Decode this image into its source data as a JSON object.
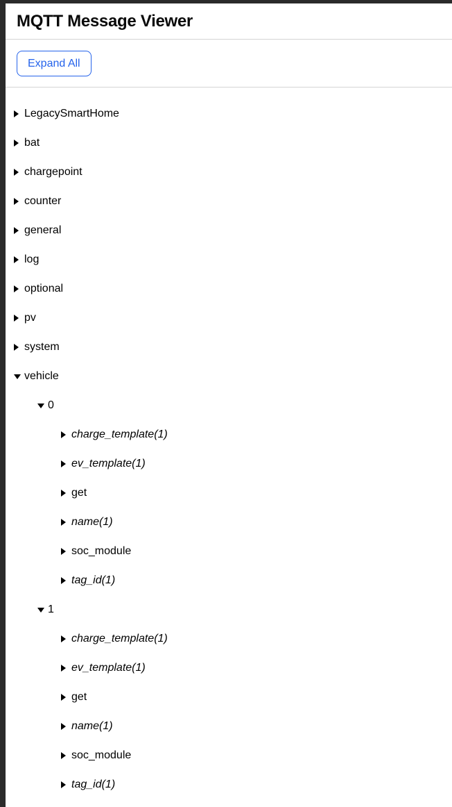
{
  "header": {
    "title": "MQTT Message Viewer"
  },
  "toolbar": {
    "expand_all_label": "Expand All"
  },
  "colors": {
    "accent_blue": "#2563eb",
    "frame_dark": "#2b2b2b",
    "divider": "#d4d4d4",
    "text": "#000000"
  },
  "tree": {
    "items": [
      {
        "label": "LegacySmartHome",
        "level": 0,
        "state": "collapsed",
        "italic": false
      },
      {
        "label": "bat",
        "level": 0,
        "state": "collapsed",
        "italic": false
      },
      {
        "label": "chargepoint",
        "level": 0,
        "state": "collapsed",
        "italic": false
      },
      {
        "label": "counter",
        "level": 0,
        "state": "collapsed",
        "italic": false
      },
      {
        "label": "general",
        "level": 0,
        "state": "collapsed",
        "italic": false
      },
      {
        "label": "log",
        "level": 0,
        "state": "collapsed",
        "italic": false
      },
      {
        "label": "optional",
        "level": 0,
        "state": "collapsed",
        "italic": false
      },
      {
        "label": "pv",
        "level": 0,
        "state": "collapsed",
        "italic": false
      },
      {
        "label": "system",
        "level": 0,
        "state": "collapsed",
        "italic": false
      },
      {
        "label": "vehicle",
        "level": 0,
        "state": "expanded",
        "italic": false
      },
      {
        "label": "0",
        "level": 1,
        "state": "expanded",
        "italic": false
      },
      {
        "label": "charge_template(1)",
        "level": 2,
        "state": "collapsed",
        "italic": true
      },
      {
        "label": "ev_template(1)",
        "level": 2,
        "state": "collapsed",
        "italic": true
      },
      {
        "label": "get",
        "level": 2,
        "state": "collapsed",
        "italic": false
      },
      {
        "label": "name(1)",
        "level": 2,
        "state": "collapsed",
        "italic": true
      },
      {
        "label": "soc_module",
        "level": 2,
        "state": "collapsed",
        "italic": false
      },
      {
        "label": "tag_id(1)",
        "level": 2,
        "state": "collapsed",
        "italic": true
      },
      {
        "label": "1",
        "level": 1,
        "state": "expanded",
        "italic": false
      },
      {
        "label": "charge_template(1)",
        "level": 2,
        "state": "collapsed",
        "italic": true
      },
      {
        "label": "ev_template(1)",
        "level": 2,
        "state": "collapsed",
        "italic": true
      },
      {
        "label": "get",
        "level": 2,
        "state": "collapsed",
        "italic": false
      },
      {
        "label": "name(1)",
        "level": 2,
        "state": "collapsed",
        "italic": true
      },
      {
        "label": "soc_module",
        "level": 2,
        "state": "collapsed",
        "italic": false
      },
      {
        "label": "tag_id(1)",
        "level": 2,
        "state": "collapsed",
        "italic": true
      }
    ]
  }
}
